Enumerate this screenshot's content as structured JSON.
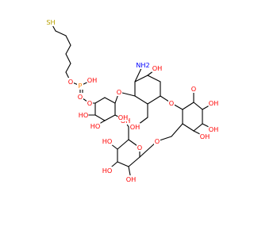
{
  "molecule": {
    "colors": {
      "carbon": "#000000",
      "oxygen": "#ff0000",
      "nitrogen": "#0000ff",
      "sulfur": "#b8a000",
      "phosphorus": "#ff8000"
    },
    "labels": {
      "thiol": "SH",
      "phosphorus": "P",
      "hydroxyl": "OH",
      "ho_left": "HO",
      "oxygen": "O",
      "amine": "NH2"
    }
  }
}
